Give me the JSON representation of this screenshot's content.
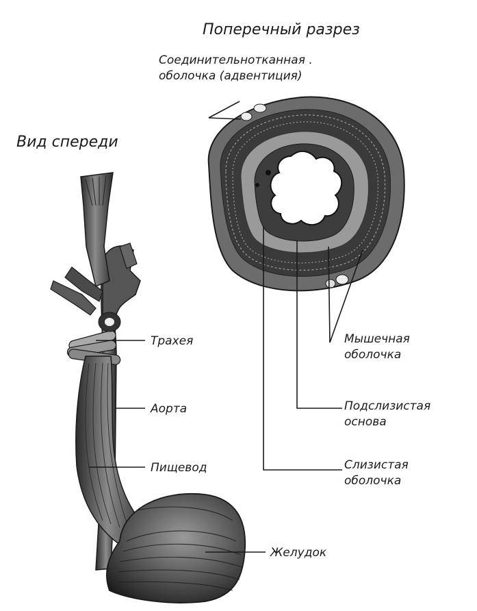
{
  "headings": {
    "cross_section": "Поперечный разрез",
    "front_view": "Вид спереди"
  },
  "labels": {
    "adventitia_line1": "Соединительнотканная .",
    "adventitia_line2": "оболочка (адвентиция)",
    "trachea": "Трахея",
    "aorta": "Аорта",
    "esophagus": "Пищевод",
    "stomach": "Желудок",
    "muscular_line1": "Мышечная",
    "muscular_line2": "оболочка",
    "submucosa_line1": "Подслизистая",
    "submucosa_line2": "основа",
    "mucosa_line1": "Слизистая",
    "mucosa_line2": "оболочка"
  },
  "colors": {
    "ink": "#1a1a1a",
    "tissue_dark": "#3a3a3a",
    "tissue_mid": "#7a7a7a",
    "tissue_light": "#bdbdbd",
    "background": "#ffffff"
  }
}
